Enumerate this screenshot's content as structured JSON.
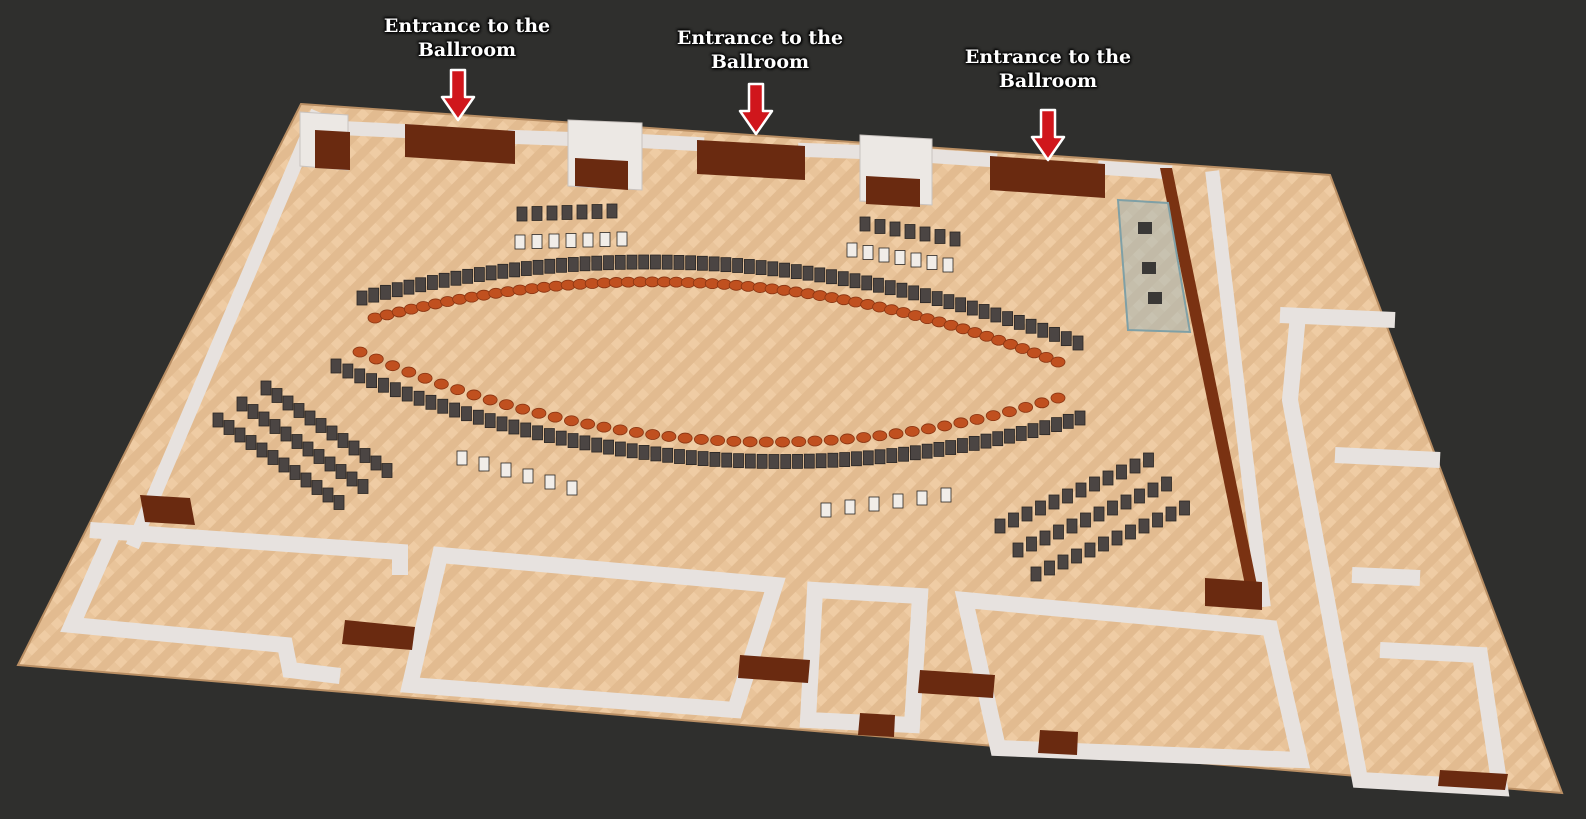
{
  "title": "",
  "entrances": [
    {
      "line1": "Entrance to the",
      "line2": "Ballroom"
    },
    {
      "line1": "Entrance to the",
      "line2": "Ballroom"
    },
    {
      "line1": "Entrance to the",
      "line2": "Ballroom"
    }
  ],
  "colors": {
    "background": "#2f2f2d",
    "floor": "#e9c49a",
    "wall": "#e7e2df",
    "wood": "#6a2a10",
    "table": "#c0501f",
    "chair_dark": "#4b4543",
    "chair_white": "#f1ede8",
    "arrow": "#d0161c"
  },
  "layout": {
    "upper_arc_chairs": 62,
    "lower_arc_chairs": 64,
    "upper_arc_tables": 58,
    "lower_arc_tables": 44,
    "left_bench_rows": 3,
    "right_bench_rows": 3,
    "bench_seats_per_row": 12,
    "top_white_chairs": 7,
    "bottom_white_chairs": 6,
    "top_back_chairs": 7
  }
}
